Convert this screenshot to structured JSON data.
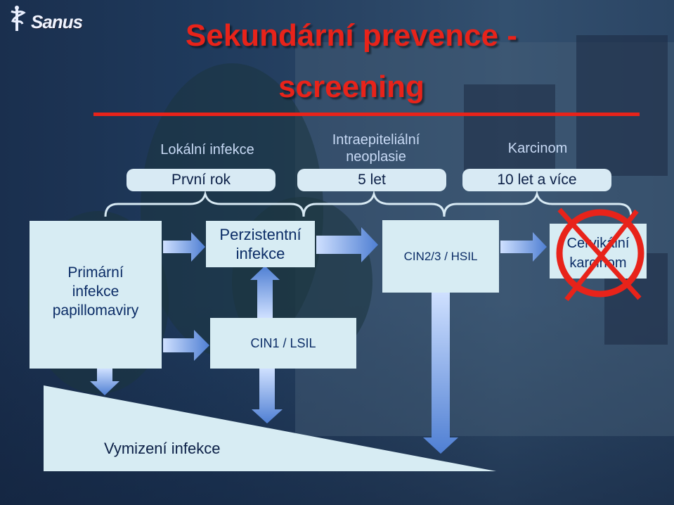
{
  "logo": {
    "text": "Sanus"
  },
  "title": {
    "line1": "Sekundární prevence -",
    "line2": "screening"
  },
  "timeline": [
    {
      "header_lines": [
        "Lokální infekce"
      ],
      "duration": "První rok"
    },
    {
      "header_lines": [
        "Intraepiteliální",
        "neoplasie"
      ],
      "duration": "5 let"
    },
    {
      "header_lines": [
        "Karcinom"
      ],
      "duration": "10 let a více"
    }
  ],
  "nodes": {
    "primary_infection": [
      "Primární",
      "infekce",
      "papillomaviry"
    ],
    "persistent_infection": [
      "Perzistentní",
      "infekce"
    ],
    "cin1": "CIN1 / LSIL",
    "cin23": "CIN2/3 / HSIL",
    "carcinoma": [
      "Cervikální",
      "karcinom"
    ]
  },
  "vanish_label": "Vymizení infekce",
  "colors": {
    "title": "#e8231a",
    "box": "#d7ecf3",
    "arrow": "#5b86d4",
    "cross": "#e8231a",
    "text": "#0b2c66"
  }
}
